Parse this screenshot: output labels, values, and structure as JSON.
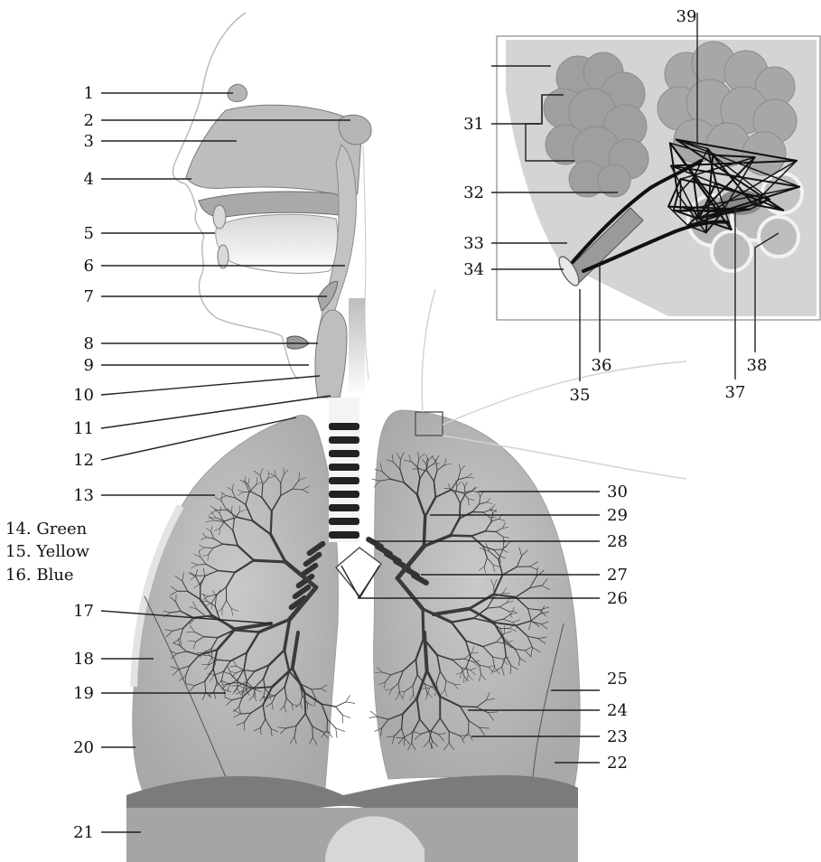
{
  "figure": {
    "subject": "human respiratory system",
    "legend": [
      {
        "number": "14",
        "text": "14. Green"
      },
      {
        "number": "15",
        "text": "15. Yellow"
      },
      {
        "number": "16",
        "text": "16. Blue"
      }
    ],
    "left_labels": [
      "1",
      "2",
      "3",
      "4",
      "5",
      "6",
      "7",
      "8",
      "9",
      "10",
      "11",
      "12",
      "13",
      "17",
      "18",
      "19",
      "20",
      "21"
    ],
    "right_labels": [
      "22",
      "23",
      "24",
      "25",
      "26",
      "27",
      "28",
      "29",
      "30"
    ],
    "inset_labels": [
      "31",
      "32",
      "33",
      "34",
      "35",
      "36",
      "37",
      "38",
      "39"
    ]
  }
}
